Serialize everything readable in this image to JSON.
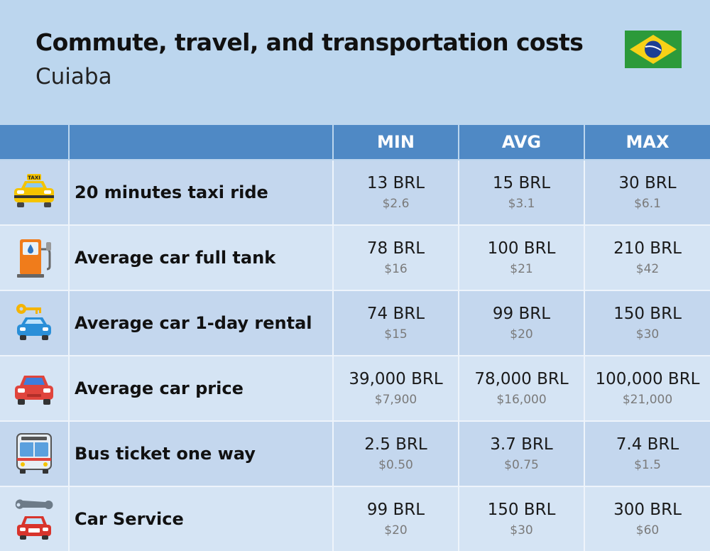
{
  "header": {
    "title": "Commute, travel, and transportation costs",
    "subtitle": "Cuiaba",
    "flag": "brazil-flag-icon"
  },
  "columns": [
    "MIN",
    "AVG",
    "MAX"
  ],
  "rows": [
    {
      "icon": "taxi-icon",
      "label": "20 minutes taxi ride",
      "min": {
        "brl": "13 BRL",
        "usd": "$2.6"
      },
      "avg": {
        "brl": "15 BRL",
        "usd": "$3.1"
      },
      "max": {
        "brl": "30 BRL",
        "usd": "$6.1"
      }
    },
    {
      "icon": "fuel-pump-icon",
      "label": "Average car full tank",
      "min": {
        "brl": "78 BRL",
        "usd": "$16"
      },
      "avg": {
        "brl": "100 BRL",
        "usd": "$21"
      },
      "max": {
        "brl": "210 BRL",
        "usd": "$42"
      }
    },
    {
      "icon": "car-rental-icon",
      "label": "Average car 1-day rental",
      "min": {
        "brl": "74 BRL",
        "usd": "$15"
      },
      "avg": {
        "brl": "99 BRL",
        "usd": "$20"
      },
      "max": {
        "brl": "150 BRL",
        "usd": "$30"
      }
    },
    {
      "icon": "car-icon",
      "label": "Average car price",
      "min": {
        "brl": "39,000 BRL",
        "usd": "$7,900"
      },
      "avg": {
        "brl": "78,000 BRL",
        "usd": "$16,000"
      },
      "max": {
        "brl": "100,000 BRL",
        "usd": "$21,000"
      }
    },
    {
      "icon": "bus-icon",
      "label": "Bus ticket one way",
      "min": {
        "brl": "2.5 BRL",
        "usd": "$0.50"
      },
      "avg": {
        "brl": "3.7 BRL",
        "usd": "$0.75"
      },
      "max": {
        "brl": "7.4 BRL",
        "usd": "$1.5"
      }
    },
    {
      "icon": "car-service-icon",
      "label": "Car Service",
      "min": {
        "brl": "99 BRL",
        "usd": "$20"
      },
      "avg": {
        "brl": "150 BRL",
        "usd": "$30"
      },
      "max": {
        "brl": "300 BRL",
        "usd": "$60"
      }
    }
  ],
  "colors": {
    "background": "#bcd6ee",
    "header_bar": "#4f89c5",
    "row_odd": "#c4d7ee",
    "row_even": "#d5e4f4"
  }
}
